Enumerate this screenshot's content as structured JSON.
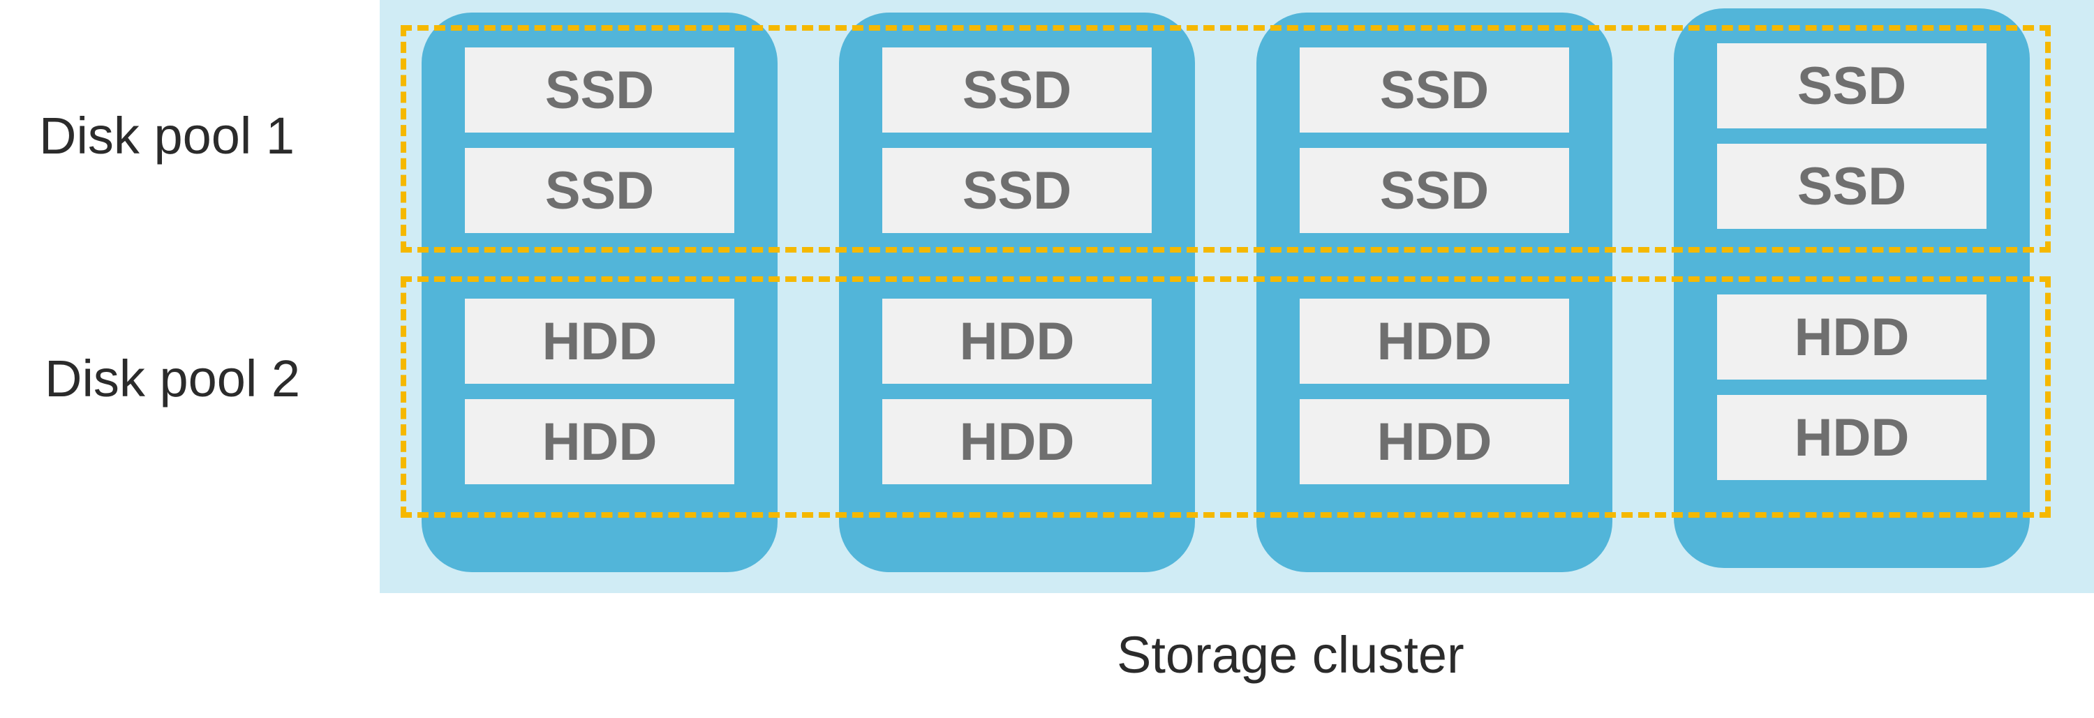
{
  "pools": [
    {
      "label": "Disk pool 1",
      "disk_type": "SSD"
    },
    {
      "label": "Disk pool 2",
      "disk_type": "HDD"
    }
  ],
  "cluster_label": "Storage cluster",
  "nodes": [
    {
      "disks": [
        "SSD",
        "SSD",
        "HDD",
        "HDD"
      ]
    },
    {
      "disks": [
        "SSD",
        "SSD",
        "HDD",
        "HDD"
      ]
    },
    {
      "disks": [
        "SSD",
        "SSD",
        "HDD",
        "HDD"
      ]
    },
    {
      "disks": [
        "SSD",
        "SSD",
        "HDD",
        "HDD"
      ]
    }
  ],
  "colors": {
    "cluster_background": "#d0ecf5",
    "node_fill": "#52b5d9",
    "disk_fill": "#f1f1f1",
    "disk_text": "#6f6f6f",
    "pool_border": "#f5b800",
    "label_text": "#2b2b2b"
  }
}
